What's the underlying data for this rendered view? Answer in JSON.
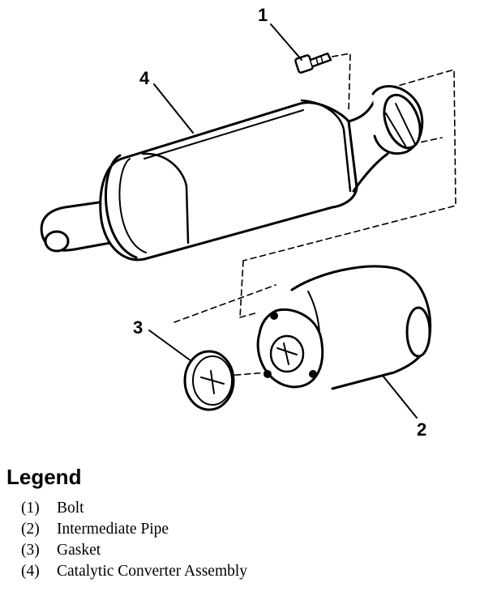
{
  "figure": {
    "callouts": [
      "1",
      "4",
      "3",
      "2"
    ]
  },
  "legend": {
    "title": "Legend",
    "items": [
      {
        "num": "(1)",
        "label": "Bolt"
      },
      {
        "num": "(2)",
        "label": "Intermediate Pipe"
      },
      {
        "num": "(3)",
        "label": "Gasket"
      },
      {
        "num": "(4)",
        "label": "Catalytic Converter Assembly"
      }
    ]
  }
}
